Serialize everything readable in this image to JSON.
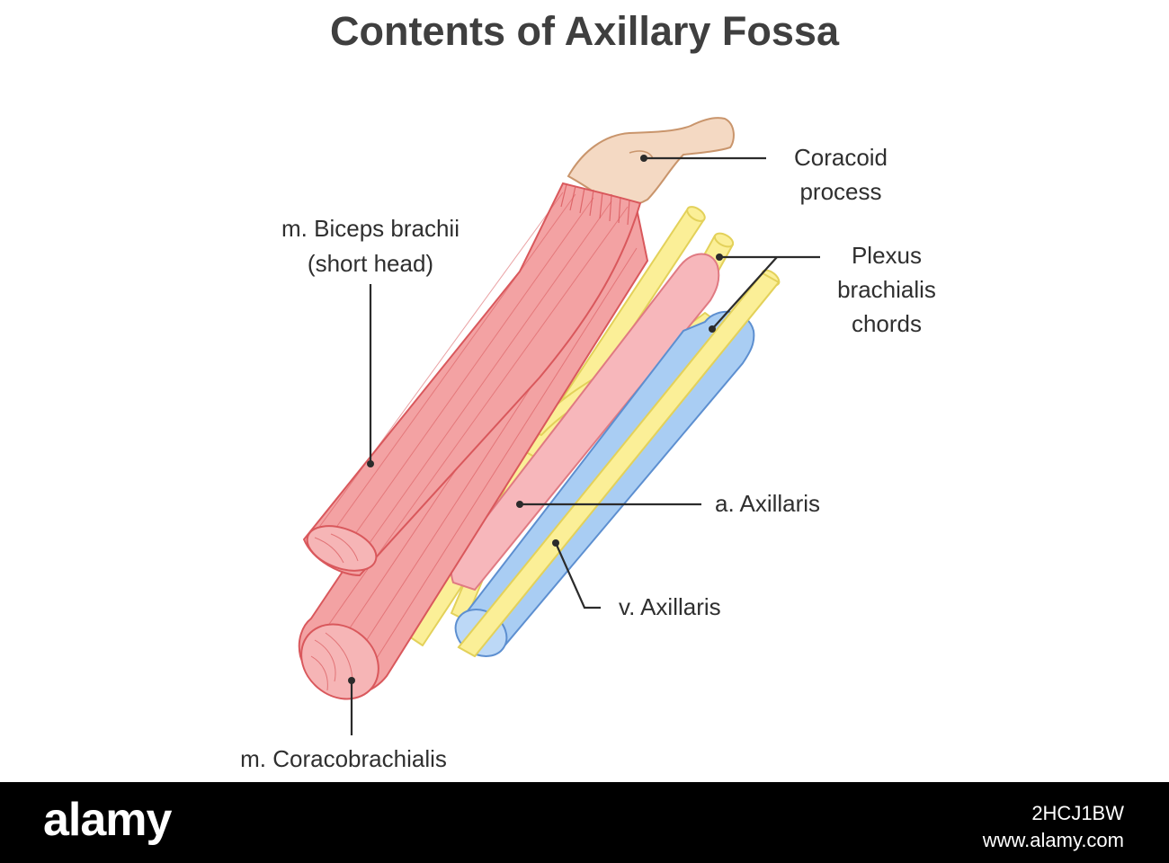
{
  "title": "Contents of Axillary Fossa",
  "labels": {
    "coracoid_process": [
      "Coracoid",
      "process"
    ],
    "biceps": [
      "m. Biceps brachii",
      "(short head)"
    ],
    "plexus": [
      "Plexus",
      "brachialis",
      "chords"
    ],
    "artery": "a. Axillaris",
    "vein": "v. Axillaris",
    "coracobrachialis": "m. Coracobrachialis"
  },
  "footer": {
    "logo": "alamy",
    "image_id": "2HCJ1BW",
    "url": "www.alamy.com"
  },
  "colors": {
    "muscle_fill": "#f3a2a3",
    "muscle_stroke": "#d9585c",
    "artery_fill": "#f7b7bb",
    "vein_fill": "#a9cdf3",
    "vein_stroke": "#5d8fd0",
    "nerve_fill": "#fbef97",
    "nerve_stroke": "#e3d15a",
    "bone_fill": "#f4d9c3",
    "bone_stroke": "#c9956c"
  }
}
